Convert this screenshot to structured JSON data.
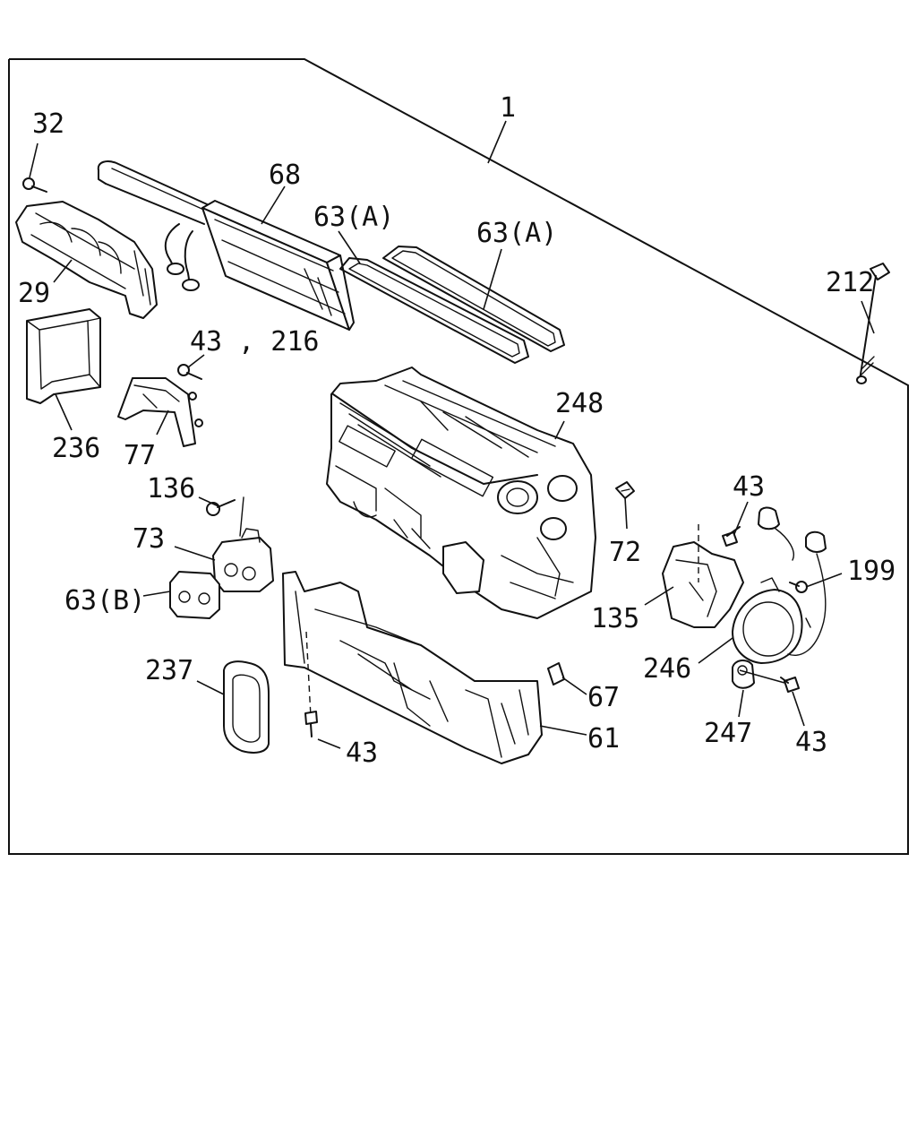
{
  "callouts": {
    "c1": "1",
    "c32": "32",
    "c68": "68",
    "c63a_left": "63(A)",
    "c63a_right": "63(A)",
    "c212": "212",
    "c29": "29",
    "c43_216": "43 , 216",
    "c248": "248",
    "c236": "236",
    "c77": "77",
    "c136": "136",
    "c43_top": "43",
    "c72": "72",
    "c73": "73",
    "c199": "199",
    "c63b": "63(B)",
    "c135": "135",
    "c246": "246",
    "c237": "237",
    "c67": "67",
    "c61": "61",
    "c247": "247",
    "c43_bottom": "43",
    "c43_right": "43"
  }
}
